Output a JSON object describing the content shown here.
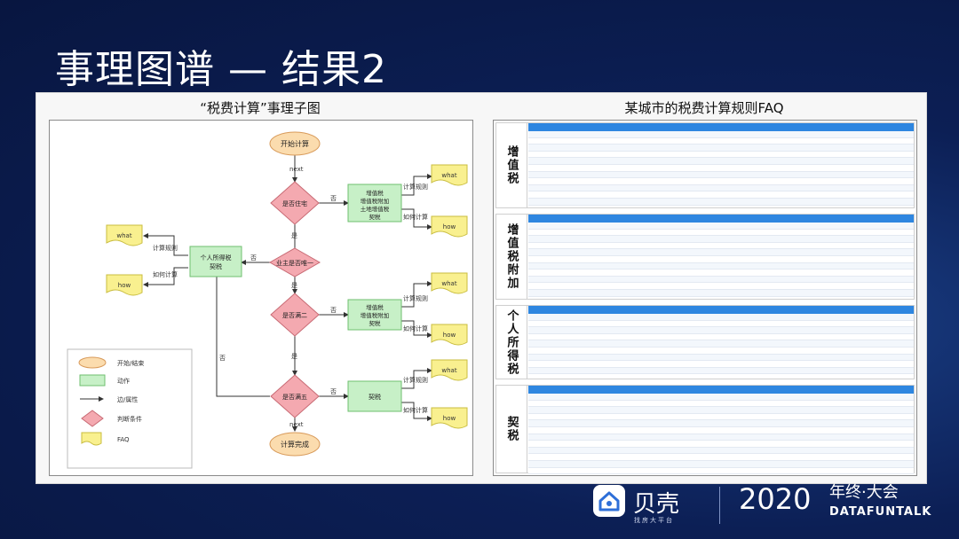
{
  "slide": {
    "title": "事理图谱 — 结果2"
  },
  "left_panel": {
    "title": "“税费计算”事理子图"
  },
  "right_panel": {
    "title": "某城市的税费计算规则FAQ"
  },
  "diagram": {
    "start": "开始计算",
    "end": "计算完成",
    "edge_next": "next",
    "edge_yes": "是",
    "edge_no": "否",
    "edge_calc_rule": "计算规则",
    "edge_how_calc": "如何计算",
    "cond_residence": "是否住宅",
    "cond_unique": "业主是否唯一",
    "cond_two_years": "是否满二",
    "cond_five_years": "是否满五",
    "action_vat_land": [
      "增值税",
      "增值税附加",
      "土地增值税",
      "契税"
    ],
    "action_income_deed": [
      "个人所得税",
      "契税"
    ],
    "action_vat_deed": [
      "增值税",
      "增值税附加",
      "契税"
    ],
    "action_deed": "契税",
    "faq_what": "what",
    "faq_how": "how"
  },
  "legend": {
    "start_end": "开始/结束",
    "action": "动作",
    "edge_attr": "边/属性",
    "condition": "判断条件",
    "faq": "FAQ"
  },
  "faq_tables": {
    "vat": "增值税",
    "vat_surcharge": "增值税附加",
    "personal_income_tax": "个人所得税",
    "deed_tax": "契税"
  },
  "branding": {
    "logo": "贝壳",
    "logo_sub": "找房大平台",
    "year": "2020",
    "event": "年终·大会",
    "event_sub": "DATAFUNTALK"
  },
  "colors": {
    "start_end": "#fbdcae",
    "action": "#c7f0c7",
    "condition": "#f4a9b0",
    "faq": "#f9f08f",
    "table_header": "#2e86e0"
  }
}
